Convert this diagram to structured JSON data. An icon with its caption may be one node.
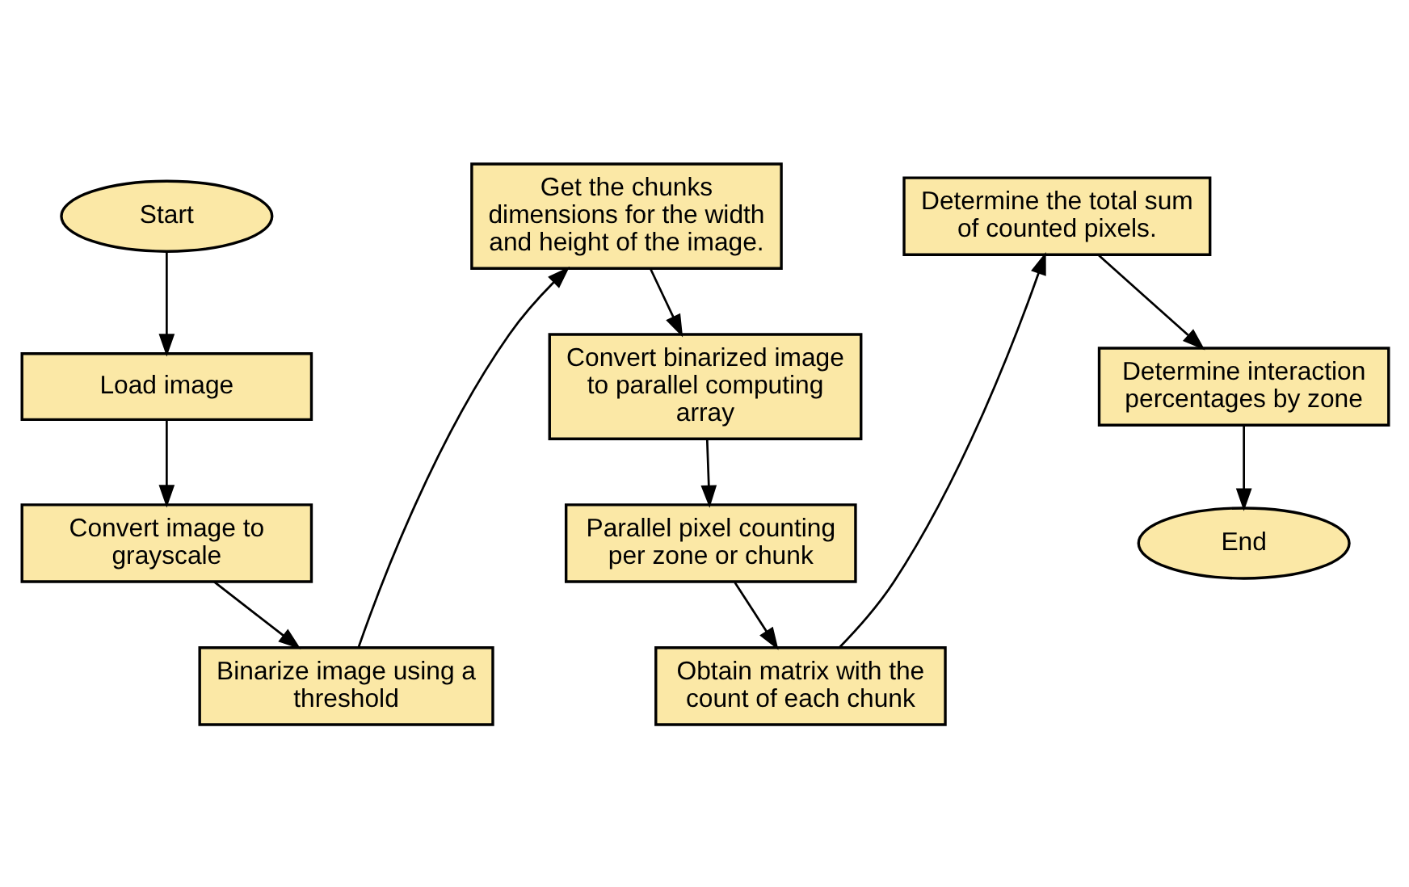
{
  "diagram": {
    "nodes": [
      {
        "text": [
          "Start"
        ]
      },
      {
        "text": [
          "Load image"
        ]
      },
      {
        "text": [
          "Convert image to grayscale"
        ]
      },
      {
        "text": [
          "Binarize image using a threshold"
        ]
      },
      {
        "text": [
          "Get the chunks dimensions for the width and height of the image."
        ]
      },
      {
        "text": [
          "Convert binarized image to parallel computing array"
        ]
      },
      {
        "text": [
          "Parallel pixel counting per zone or chunk"
        ]
      },
      {
        "text": [
          "Obtain matrix with the count of each chunk"
        ]
      },
      {
        "text": [
          "Determine the total sum of counted pixels."
        ]
      },
      {
        "text": [
          "Determine interaction percentages by zone"
        ]
      },
      {
        "text": [
          "End"
        ]
      }
    ],
    "edges": [
      {
        "from": 0,
        "to": 1,
        "arrow": "to"
      },
      {
        "from": 1,
        "to": 2,
        "arrow": "to"
      },
      {
        "from": 2,
        "to": 3,
        "arrow": "to"
      },
      {
        "from": 3,
        "to": 4,
        "arrow": "to"
      },
      {
        "from": 4,
        "to": 5,
        "arrow": "to"
      },
      {
        "from": 5,
        "to": 6,
        "arrow": "to"
      },
      {
        "from": 6,
        "to": 7,
        "arrow": "to"
      },
      {
        "from": 7,
        "to": 8,
        "arrow": "to"
      },
      {
        "from": 8,
        "to": 9,
        "arrow": "to"
      },
      {
        "from": 9,
        "to": 10,
        "arrow": "to"
      }
    ]
  }
}
